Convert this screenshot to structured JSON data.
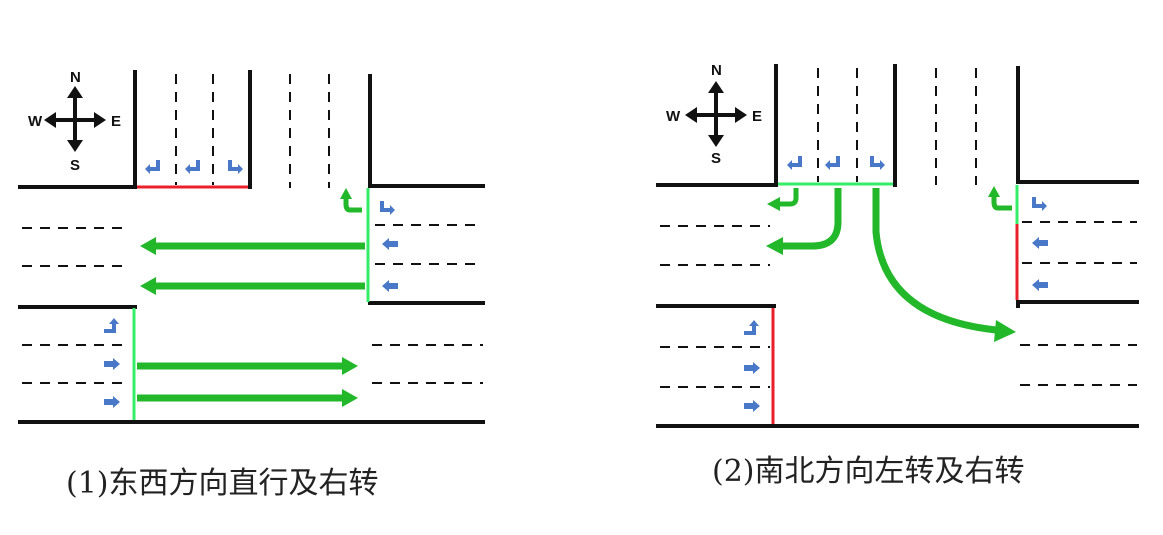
{
  "compass": {
    "north": "N",
    "south": "S",
    "east": "E",
    "west": "W"
  },
  "captions": {
    "left": "(1)东西方向直行及右转",
    "right": "(2)南北方向左转及右转"
  },
  "colors": {
    "road": "#111111",
    "stop_red": "#e8202a",
    "stop_green": "#33ee66",
    "flow_arrow": "#22b82a",
    "lane_signal": "#4a78c8"
  },
  "icons": [
    "compass-icon",
    "turn-arrow-icon",
    "straight-arrow-icon",
    "flow-arrow-icon"
  ]
}
